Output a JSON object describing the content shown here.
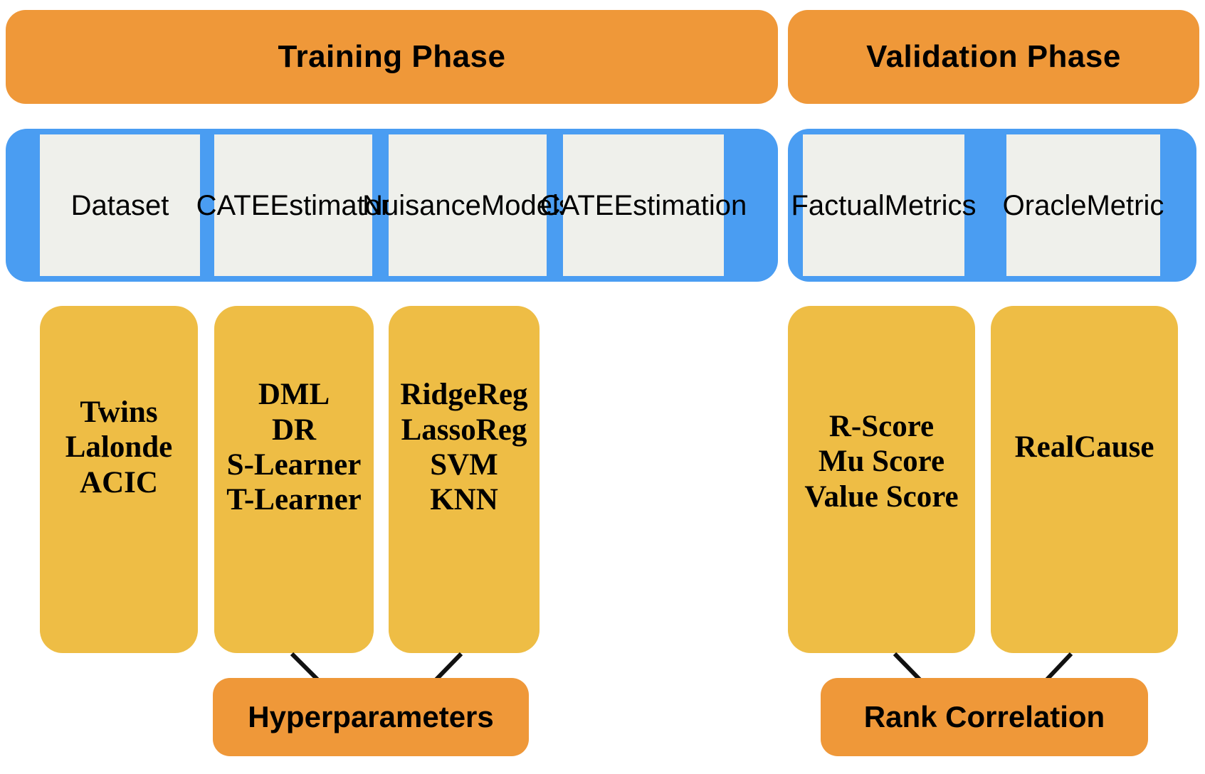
{
  "colors": {
    "orange": "#EF9839",
    "blue": "#4A9DF2",
    "gray": "#EFF0EB",
    "yellow": "#EEBD45",
    "line": "#111111"
  },
  "training": {
    "header": "Training Phase",
    "pipeline": [
      {
        "label_lines": [
          "Dataset"
        ]
      },
      {
        "label_lines": [
          "CATE",
          "Estimator"
        ]
      },
      {
        "label_lines": [
          "Nuisance",
          "Models"
        ]
      },
      {
        "label_lines": [
          "CATE",
          "Estimation"
        ]
      }
    ],
    "option_boxes": [
      {
        "items": [
          "Twins",
          "Lalonde",
          "ACIC"
        ]
      },
      {
        "items": [
          "DML",
          "DR",
          "S-Learner",
          "T-Learner"
        ]
      },
      {
        "items": [
          "RidgeReg",
          "LassoReg",
          "SVM",
          "KNN"
        ]
      }
    ],
    "footer": "Hyperparameters"
  },
  "validation": {
    "header": "Validation Phase",
    "pipeline": [
      {
        "label_lines": [
          "Factual",
          "Metrics"
        ]
      },
      {
        "label_lines": [
          "Oracle",
          "Metric"
        ]
      }
    ],
    "option_boxes": [
      {
        "items": [
          "R-Score",
          "Mu Score",
          "Value Score"
        ]
      },
      {
        "items": [
          "RealCause"
        ]
      }
    ],
    "footer": "Rank Correlation"
  }
}
